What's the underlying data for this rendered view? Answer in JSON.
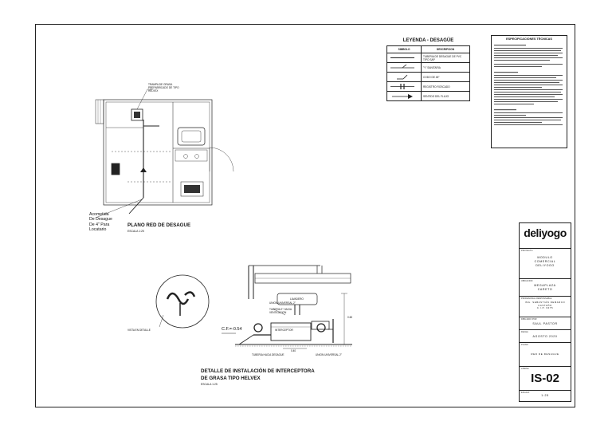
{
  "legend": {
    "title": "LEYENDA - DESAGÜE",
    "headers": [
      "SIMBOLO",
      "DESCRIPCION"
    ],
    "rows": [
      {
        "icon": "pipe-line-icon",
        "label": "TUBERIA DE DESAGUE DE PVC TIPO SAP"
      },
      {
        "icon": "tee-icon",
        "label": "\"Y\" SANITARIA"
      },
      {
        "icon": "elbow-icon",
        "label": "CODO DE 45°"
      },
      {
        "icon": "cleanout-icon",
        "label": "REGISTRO ROSCADO"
      },
      {
        "icon": "flow-arrow-icon",
        "label": "SENTIDO DEL FLUJO"
      }
    ]
  },
  "specs": {
    "title": "ESPECIFICACIONES TÉCNICAS"
  },
  "plan": {
    "title": "PLANO RED DE DESAGUE",
    "scale": "ESCALA 1:25",
    "trap_note": "TRAMPA DE GRASA PREFABRICADO DE TIPO HELVEX",
    "acometida": [
      "Acometida",
      "De Desague",
      "De 4\" Para",
      "Locatario"
    ]
  },
  "detail": {
    "title_line1": "DETALLE DE INSTALACIÓN DE INTERCEPTORA",
    "title_line2": "DE GRASA TIPO HELVEX",
    "scale": "ESCALA 1:25",
    "cf_label": "C.F.=-0.54",
    "label_lavadero": "LAVADERO",
    "label_a_desague": "TUBERIA HACIA DESAGUE",
    "label_u1": "UNION UNIVERSAL 2\"",
    "label_u2": "UNION UNIVERSAL 2\"",
    "label_vent": "TUBERIA 2\" HACIA VENTILACION",
    "label_interceptor": "INTERCEPTOR",
    "label_dim": "0.60",
    "label_dim2": "0.40",
    "zoom_note": "VISTA EN DETALLE"
  },
  "title_block": {
    "logo": "deliyogo",
    "project_label": "PROYECTO",
    "project": [
      "MODULO",
      "COMERCIAL",
      "DELIYOGO"
    ],
    "location_label": "UBICACION",
    "location": [
      "MEGAPLAZA",
      "CARETO"
    ],
    "pro_label": "PROFESIONAL RESPONSABLE",
    "pro": [
      "ING. SEBASTIÁN DEMARCO",
      "CASTAÑO",
      "C.I.P. 6475"
    ],
    "draw_label": "DIBUJADO POR",
    "draw": "SAUL PASTOR",
    "date_label": "FECHA",
    "date": "AGOSTO 2020",
    "plan_label": "PLANO",
    "plan": "RED DE DESAGUE",
    "sheet_label": "LAMINA",
    "sheet": "IS-02",
    "scale_label": "ESCALA",
    "scale": "1:25"
  },
  "colors": {
    "line": "#222222",
    "paper": "#ffffff",
    "gray": "#888888"
  }
}
